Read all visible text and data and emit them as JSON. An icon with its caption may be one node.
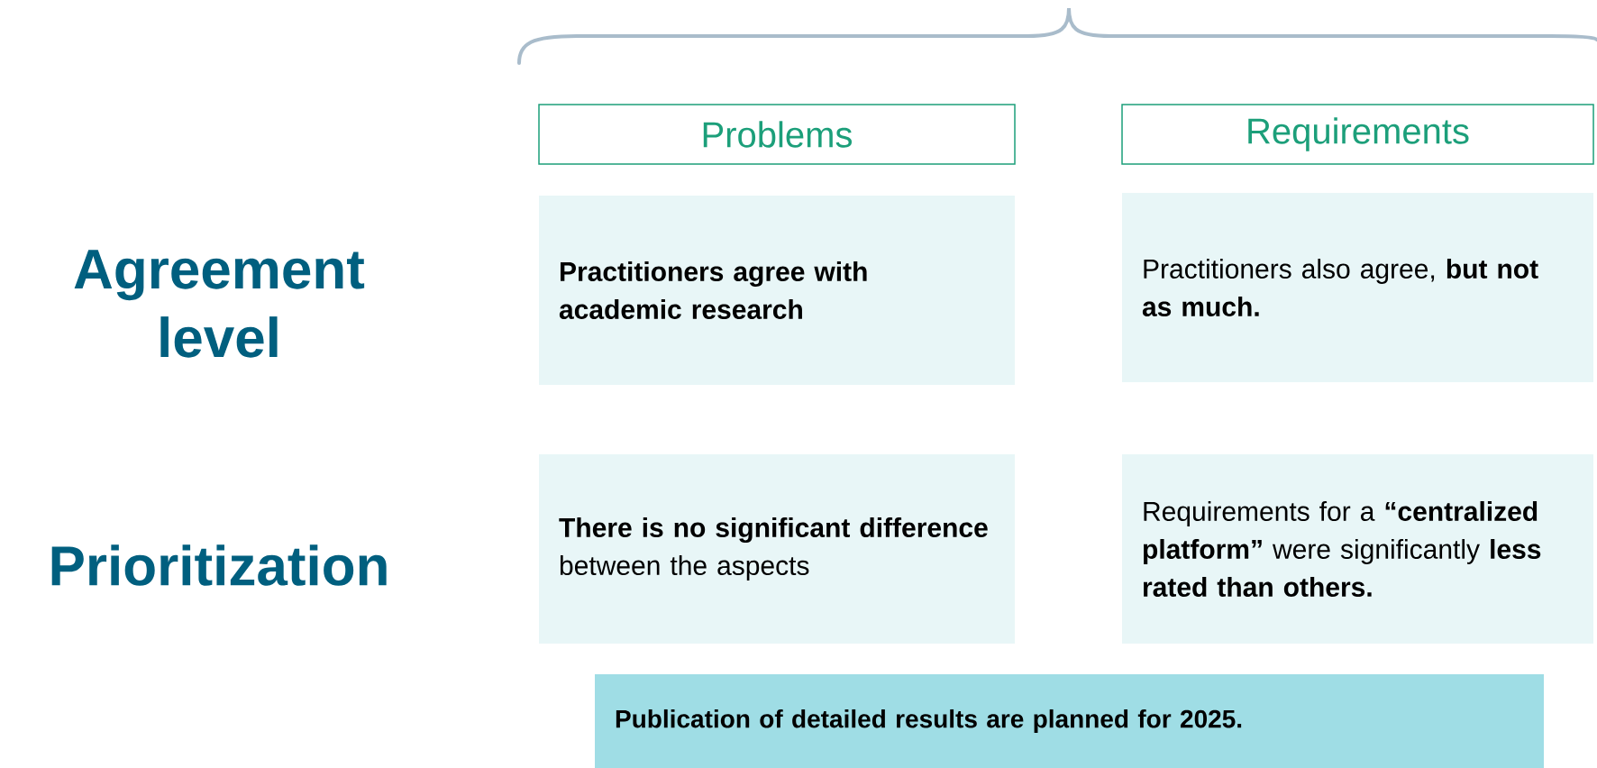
{
  "diagram": {
    "nodes": [
      {
        "text": [
          "Problems"
        ]
      },
      {
        "text": [
          "Requirements"
        ]
      },
      {
        "text": [
          "Practitioners agree with academic research"
        ]
      },
      {
        "text": [
          "Practitioners also agree, **but not as much.**"
        ]
      },
      {
        "text": [
          "**There is no significant difference** between the aspects"
        ]
      },
      {
        "text": [
          "Requirements for a **“centralized platform”** were significantly **less rated than others.**"
        ]
      },
      {
        "text": [
          "Publication of detailed results are planned for 2025."
        ]
      }
    ],
    "labels": [
      "Agreement level",
      "Prioritization"
    ]
  }
}
